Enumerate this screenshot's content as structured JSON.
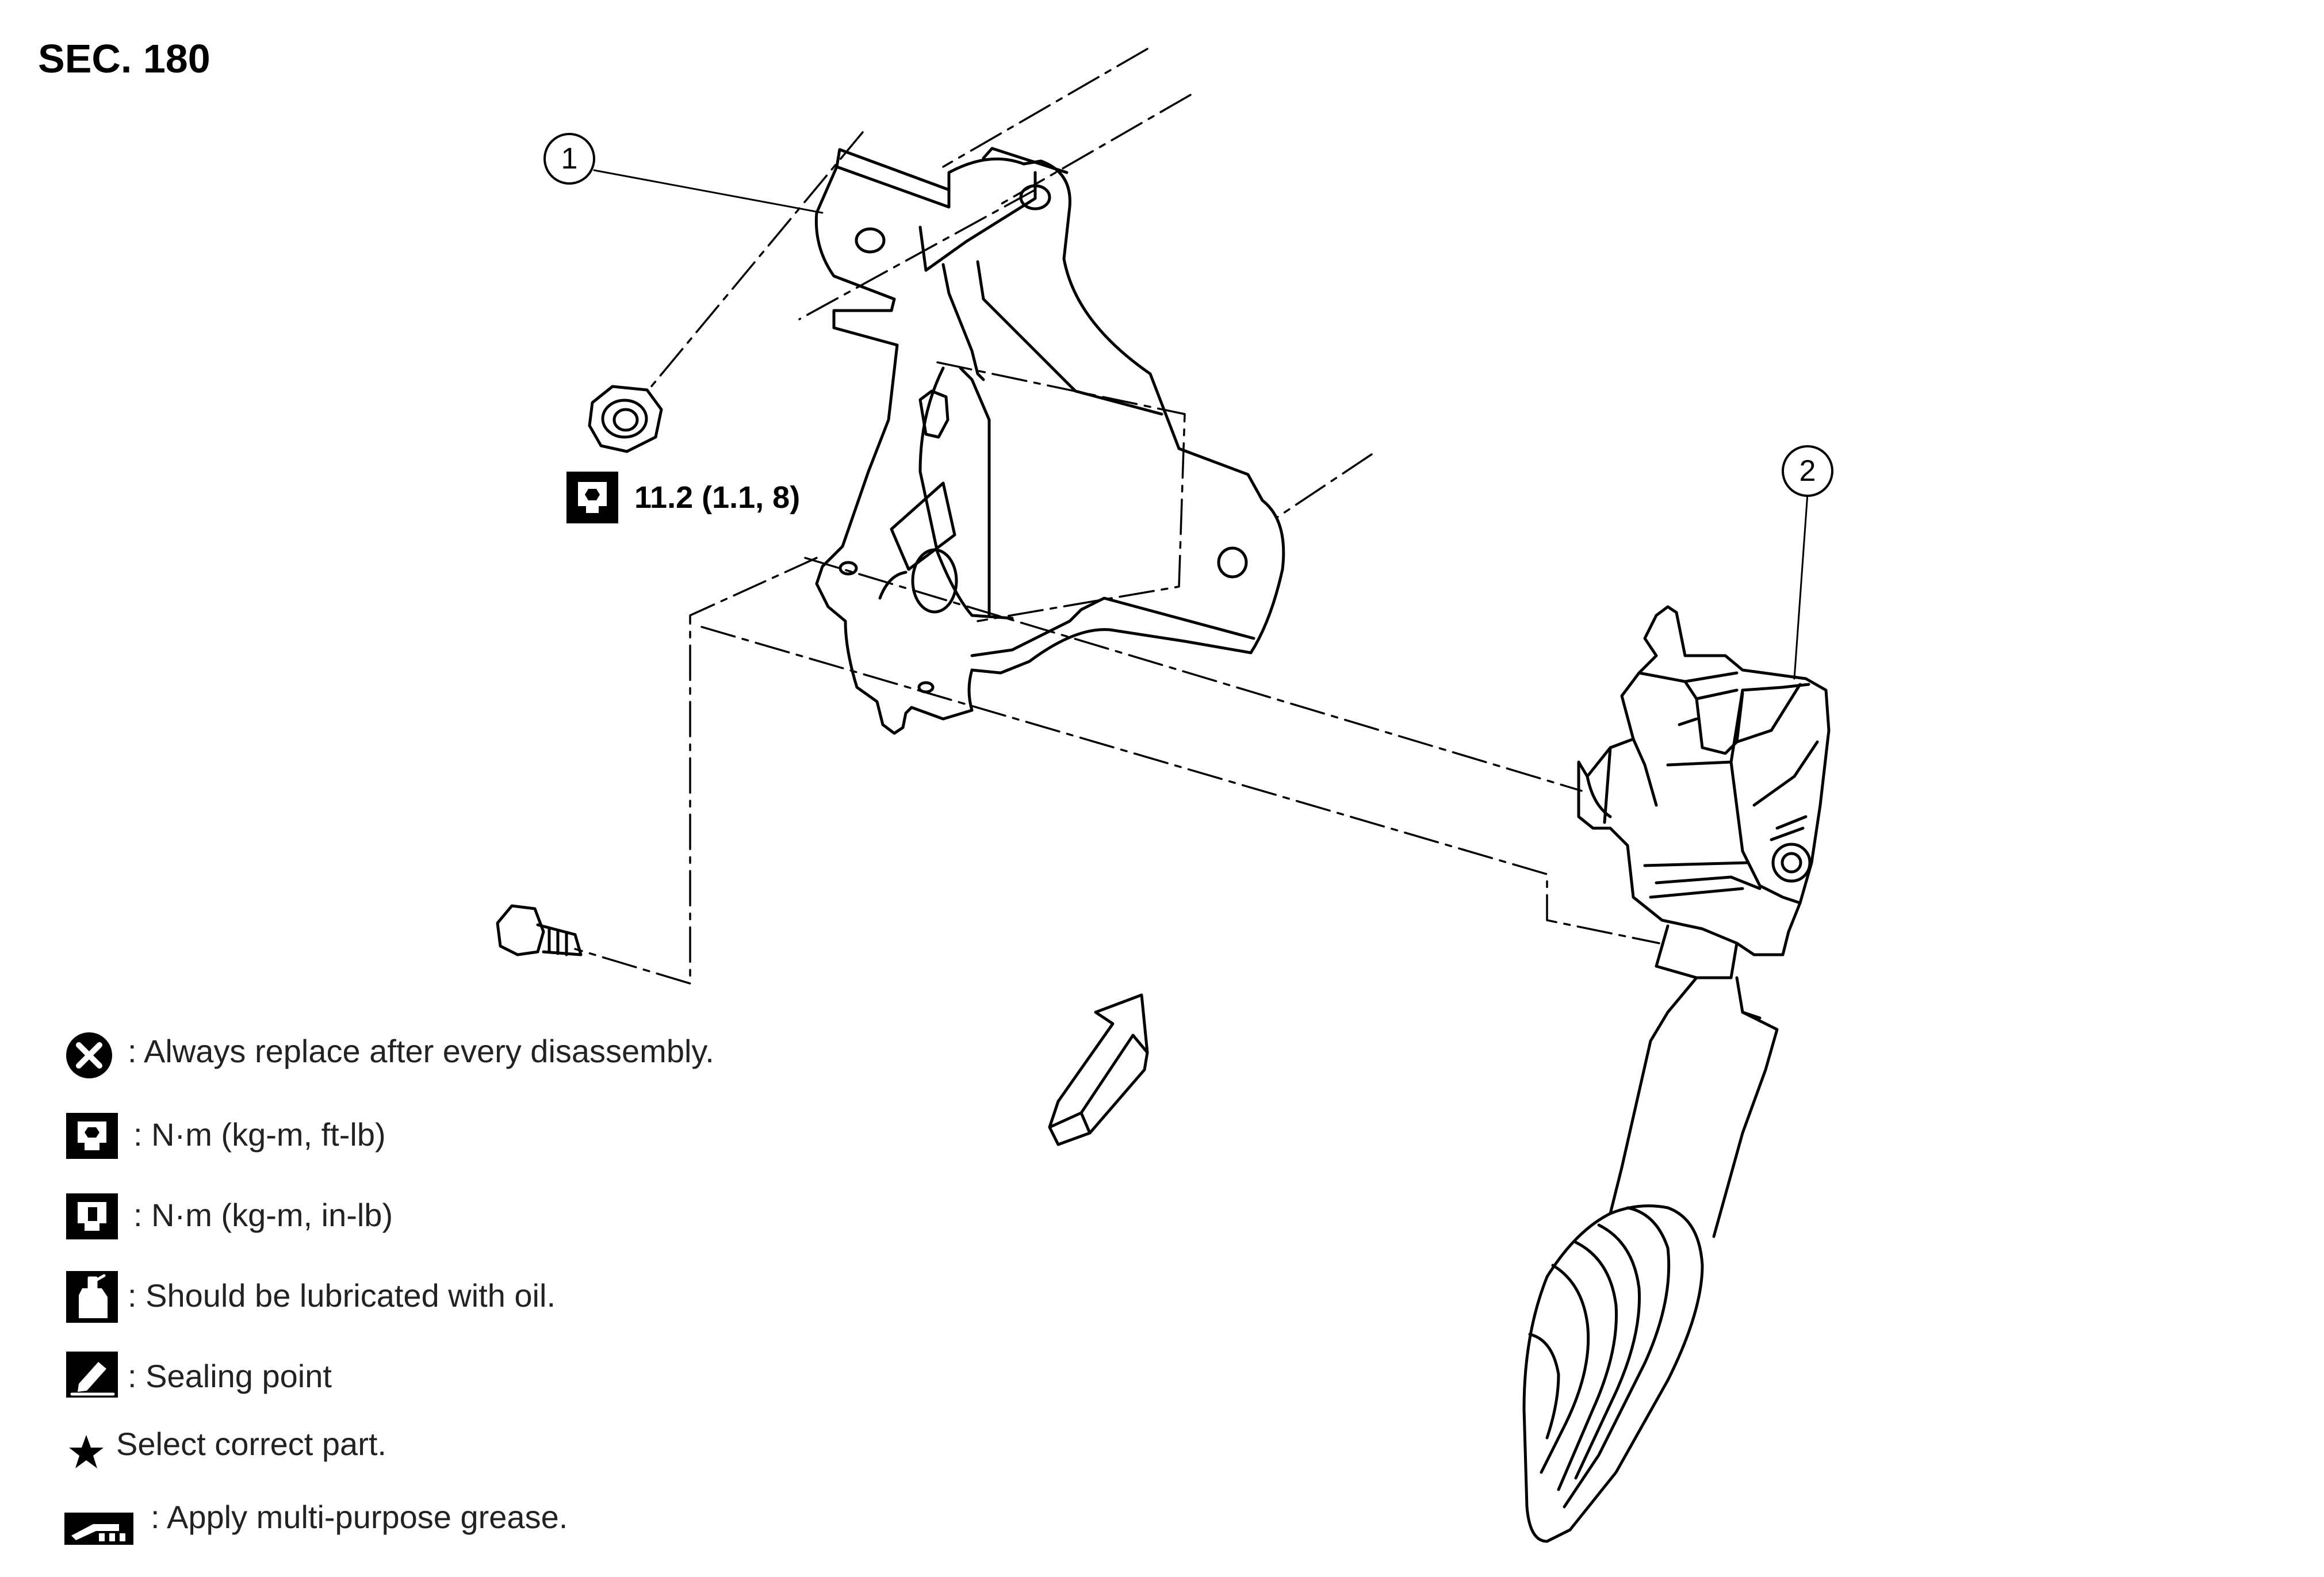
{
  "section": "SEC. 180",
  "callouts": [
    {
      "number": "1",
      "part": "bracket"
    },
    {
      "number": "2",
      "part": "accelerator-pedal-assembly"
    }
  ],
  "torque_spec": "11.2 (1.1, 8)",
  "legend": {
    "replace": ": Always replace after every disassembly.",
    "torque_ftlb": ": N·m (kg-m, ft-lb)",
    "torque_inlb": ": N·m (kg-m, in-lb)",
    "lubricate": ": Should be lubricated with oil.",
    "sealing": ": Sealing point",
    "select": "Select correct part.",
    "grease": ": Apply multi-purpose grease."
  },
  "icons": {
    "replace": "x-circle-icon",
    "torque_ftlb": "socket-wrench-icon",
    "torque_inlb": "socket-wrench-filled-icon",
    "lubricate": "oil-can-icon",
    "sealing": "sealant-tube-icon",
    "select": "star-icon",
    "grease": "grease-gun-icon"
  }
}
